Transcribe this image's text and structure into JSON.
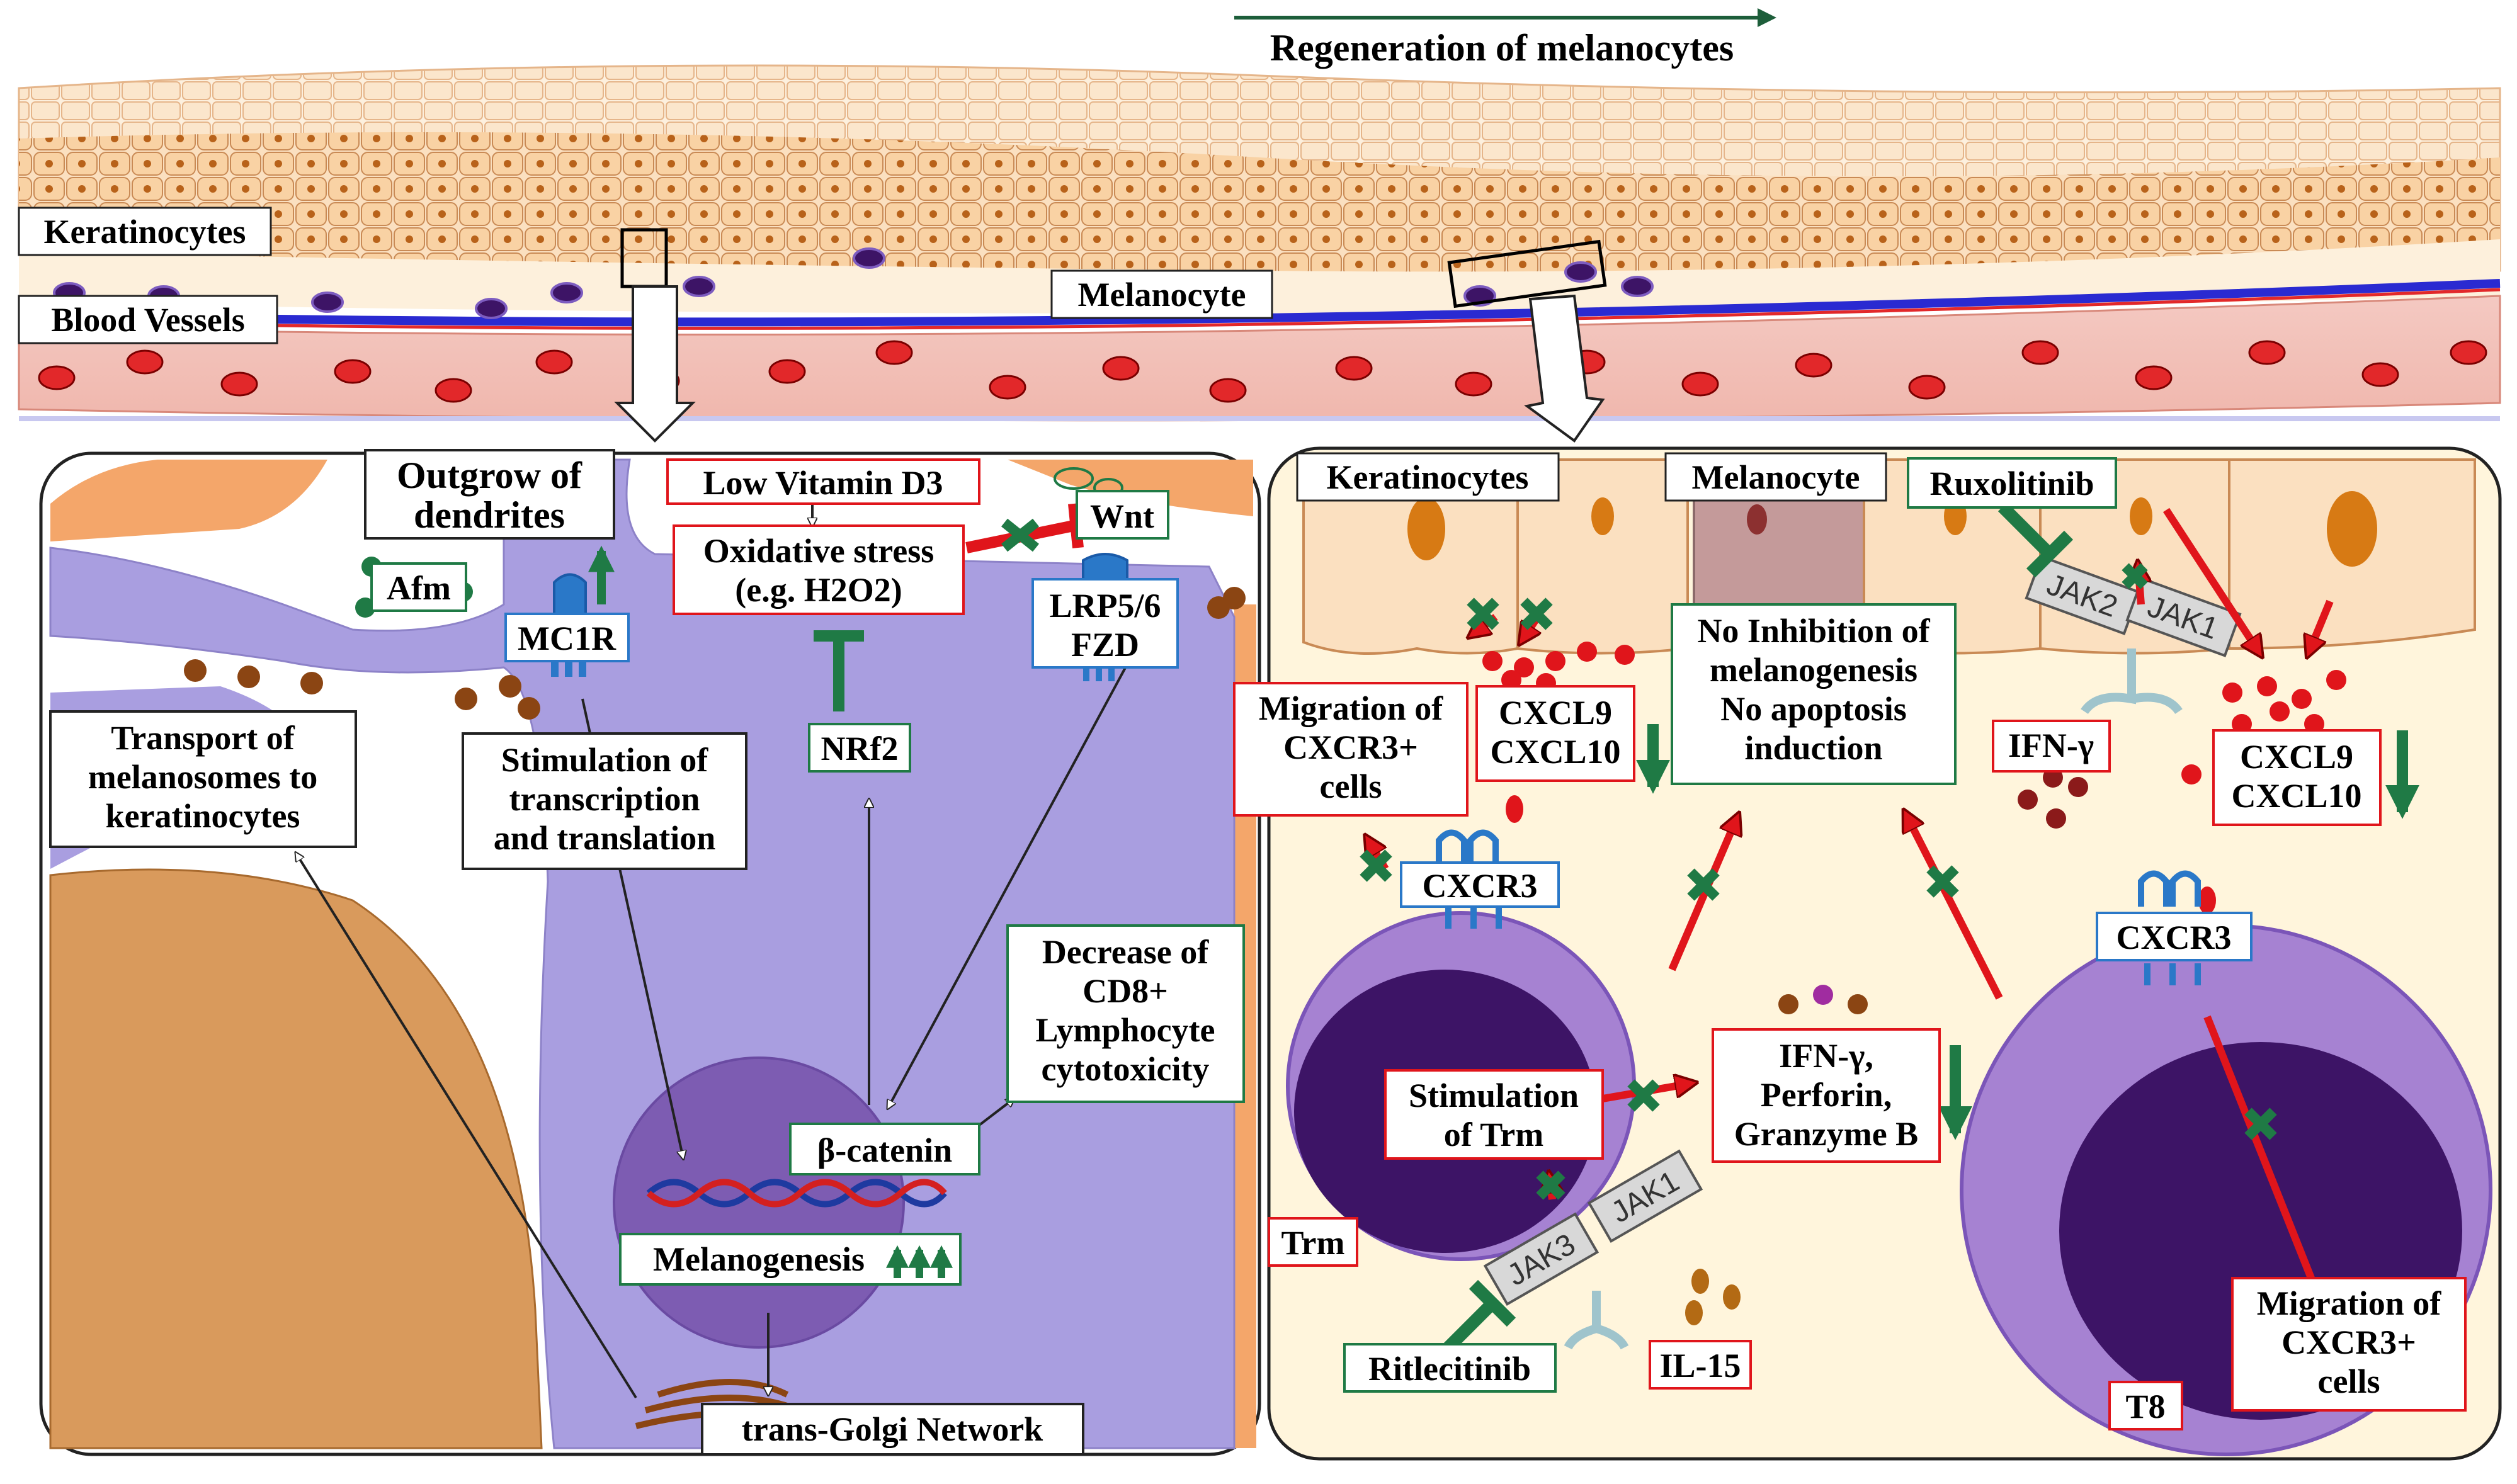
{
  "header": {
    "title": "Regeneration of melanocytes"
  },
  "skin": {
    "keratinocytes": "Keratinocytes",
    "blood_vessels": "Blood Vessels",
    "melanocyte": "Melanocyte"
  },
  "left_panel": {
    "outgrow_line1": "Outgrow of",
    "outgrow_line2": "dendrites",
    "afm": "Afm",
    "mc1r": "MC1R",
    "low_vit_d3": "Low Vitamin D3",
    "oxidative_line1": "Oxidative stress",
    "oxidative_line2": "(e.g. H2O2)",
    "wnt": "Wnt",
    "lrp_line1": "LRP5/6",
    "lrp_line2": "FZD",
    "nrf2": "NRf2",
    "transport_line1": "Transport of",
    "transport_line2": "melanosomes to",
    "transport_line3": "keratinocytes",
    "stim_line1": "Stimulation of",
    "stim_line2": "transcription",
    "stim_line3": "and translation",
    "decrease_line1": "Decrease of",
    "decrease_line2": "CD8+",
    "decrease_line3": "Lymphocyte",
    "decrease_line4": "cytotoxicity",
    "beta_catenin": "β-catenin",
    "melanogenesis": "Melanogenesis",
    "golgi": "trans-Golgi Network"
  },
  "right_panel": {
    "keratinocytes": "Keratinocytes",
    "melanocyte": "Melanocyte",
    "ruxolitinib": "Ruxolitinib",
    "no_inhib_line1": "No Inhibition of",
    "no_inhib_line2": "melanogenesis",
    "no_inhib_line3": "No apoptosis",
    "no_inhib_line4": "induction",
    "migration_left_line1": "Migration of",
    "migration_left_line2": "CXCR3+",
    "migration_left_line3": "cells",
    "cxcl9_left": "CXCL9",
    "cxcl10_left": "CXCL10",
    "jak2": "JAK2",
    "jak1_top": "JAK1",
    "ifn_gamma_small": "IFN-γ",
    "cxcl9_right": "CXCL9",
    "cxcl10_right": "CXCL10",
    "cxcr3_left": "CXCR3",
    "cxcr3_right": "CXCR3",
    "ifn_line1": "IFN-γ,",
    "ifn_line2": "Perforin,",
    "ifn_line3": "Granzyme B",
    "stim_trm_line1": "Stimulation",
    "stim_trm_line2": "of Trm",
    "trm": "Trm",
    "jak3": "JAK3",
    "jak1_bottom": "JAK1",
    "ritlecitinib": "Ritlecitinib",
    "il15": "IL-15",
    "t8": "T8",
    "migration_right_line1": "Migration of",
    "migration_right_line2": "CXCR3+",
    "migration_right_line3": "cells"
  },
  "colors": {
    "green_arrow": "#1f7a45",
    "red_arrow": "#e0151b",
    "box_red": "#e0151b",
    "box_green": "#1f7a45",
    "box_blue": "#2a78c8",
    "melanocyte_purple": "#a99ee0",
    "nucleus_dark": "#3d1466",
    "cell_purple": "#8c5cc2",
    "keratinocyte_tan": "#f8d3a0",
    "blood_vessel_pink": "#f5c6bd",
    "rbc_red": "#e2282a",
    "melanosome_brown": "#8b4513"
  }
}
